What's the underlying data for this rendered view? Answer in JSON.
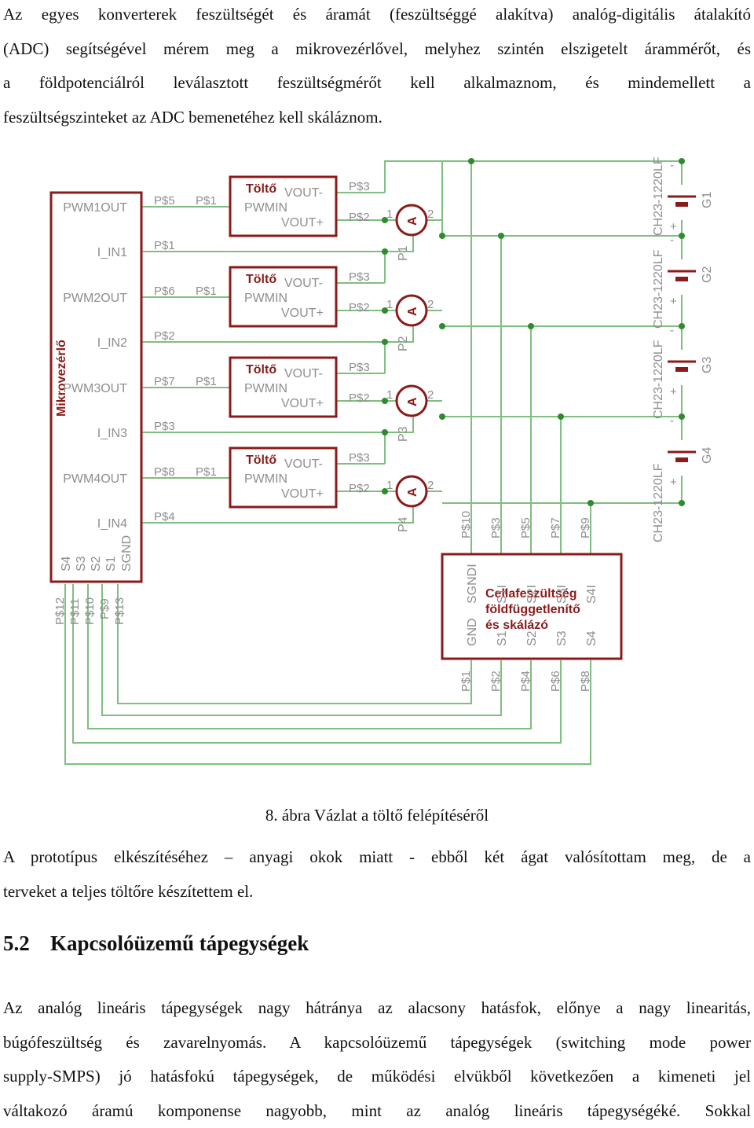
{
  "para1": {
    "lines": [
      "Az egyes konverterek feszültségét és áramát (feszültséggé alakítva) analóg-digitális átalakító",
      "(ADC) segítségével mérem meg a mikrovezérlővel, melyhez szintén elszigetelt árammérőt, és",
      "a földpotenciálról leválasztott feszültségmérőt kell alkalmaznom, és mindemellett a",
      "feszültségszinteket az ADC bemenetéhez kell skáláznom."
    ]
  },
  "schematic": {
    "mcu": {
      "title": "Mikrovezérlő",
      "pins": [
        "PWM1OUT",
        "I_IN1",
        "PWM2OUT",
        "I_IN2",
        "PWM3OUT",
        "I_IN3",
        "PWM4OUT",
        "I_IN4"
      ],
      "pin_nets": [
        "P$5",
        "P$1",
        "P$6",
        "P$2",
        "P$7",
        "P$3",
        "P$8",
        "P$4"
      ],
      "bottom_pins": [
        "S4",
        "S3",
        "S2",
        "S1",
        "SGND"
      ],
      "bottom_nets": [
        "P$12",
        "P$11",
        "P$10",
        "P$9",
        "P$13"
      ]
    },
    "chargers": {
      "title": "Töltő",
      "vout_minus": "VOUT-",
      "pwmin": "PWMIN",
      "vout_plus": "VOUT+",
      "in_net": "P$1",
      "top_net": "P$3",
      "bot_net": "P$2"
    },
    "ammeters": {
      "symbol": "A",
      "pin1": "1",
      "pin2": "2",
      "names": [
        "P1",
        "P2",
        "P3",
        "P4"
      ]
    },
    "cells": {
      "names": [
        "G1",
        "G2",
        "G3",
        "G4"
      ],
      "part": "CH23-1220LF",
      "plus": "+",
      "minus": "-"
    },
    "scaler": {
      "title_lines": [
        "Cellafeszültség",
        "földfüggetlenítő",
        "és skálázó"
      ],
      "top_pins": [
        "SGNDI",
        "S1I",
        "S2I",
        "S3I",
        "S4I"
      ],
      "bottom_pins": [
        "GND",
        "S1",
        "S2",
        "S3",
        "S4"
      ],
      "top_nets": [
        "P$10",
        "P$3",
        "P$5",
        "P$7",
        "P$9"
      ],
      "bottom_nets": [
        "P$1",
        "P$2",
        "P$4",
        "P$6",
        "P$8"
      ]
    }
  },
  "caption": "8. ábra Vázlat a töltő felépítéséről",
  "para2": {
    "lines": [
      "A prototípus elkészítéséhez – anyagi okok miatt - ebből két ágat valósítottam meg, de a",
      "terveket a teljes töltőre készítettem el."
    ]
  },
  "heading": {
    "number": "5.2",
    "title": "Kapcsolóüzemű tápegységek"
  },
  "para3": {
    "lines": [
      "Az analóg lineáris tápegységek nagy hátránya az alacsony hatásfok, előnye a nagy linearitás,",
      "búgófeszültség és zavarelnyomás. A kapcsolóüzemű tápegységek (switching mode power",
      "supply-SMPS) jó hatásfokú tápegységek, de működési elvükből következően a kimeneti jel",
      "váltakozó áramú komponense nagyobb, mint az analóg lineáris tápegységéké. Sokkal"
    ]
  }
}
